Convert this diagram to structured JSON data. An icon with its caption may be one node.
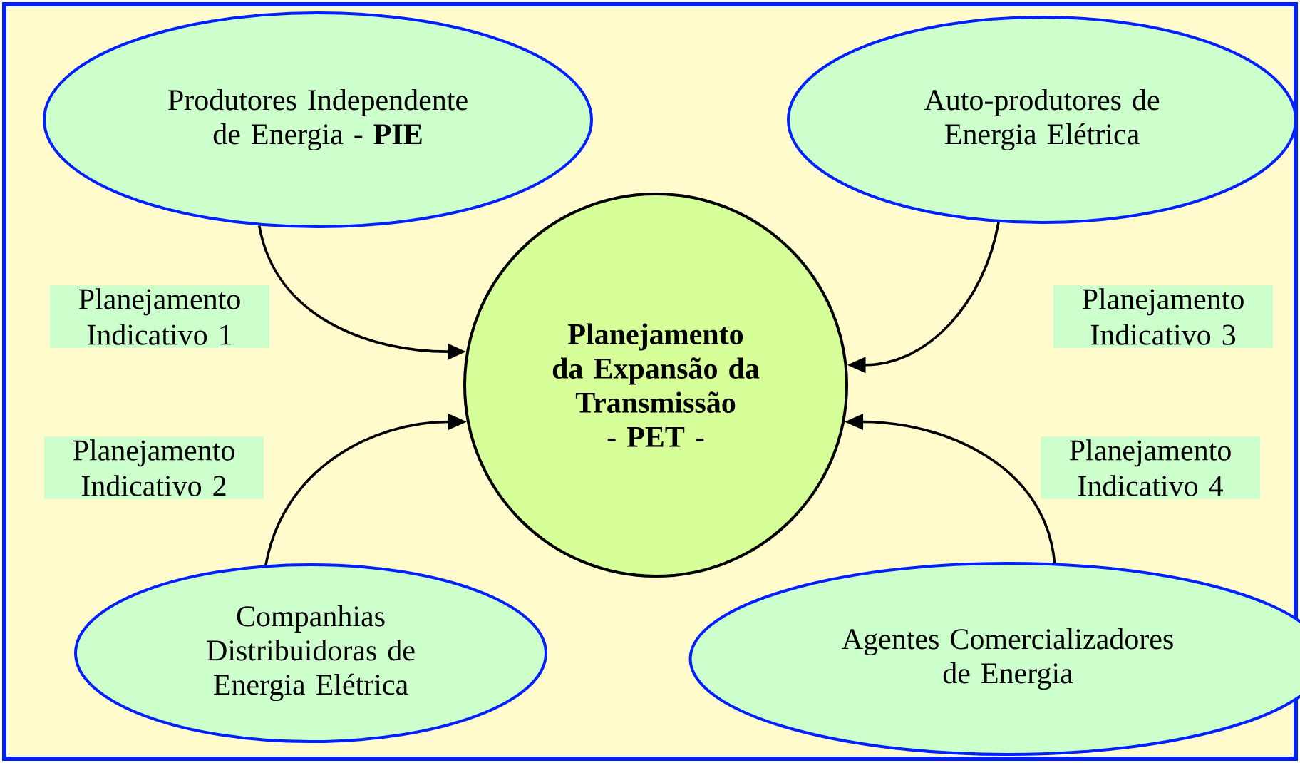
{
  "diagram": {
    "nodes": [
      {
        "text": [
          "Produtores Independente de Energia - **PIE**"
        ]
      },
      {
        "text": [
          "Auto-produtores de Energia Elétrica"
        ]
      },
      {
        "text": [
          "Planejamento da Expansão da Transmissão - PET -"
        ]
      },
      {
        "text": [
          "Companhias Distribuidoras de Energia Elétrica"
        ]
      },
      {
        "text": [
          "Agentes Comercializadores de Energia"
        ]
      }
    ],
    "edges": [
      {
        "from": 0,
        "to": 2,
        "arrow": "to",
        "label": "Planejamento Indicativo 1"
      },
      {
        "from": 1,
        "to": 2,
        "arrow": "to",
        "label": "Planejamento Indicativo 3"
      },
      {
        "from": 3,
        "to": 2,
        "arrow": "to",
        "label": "Planejamento Indicativo 2"
      },
      {
        "from": 4,
        "to": 2,
        "arrow": "to",
        "label": "Planejamento Indicativo 4"
      }
    ]
  }
}
